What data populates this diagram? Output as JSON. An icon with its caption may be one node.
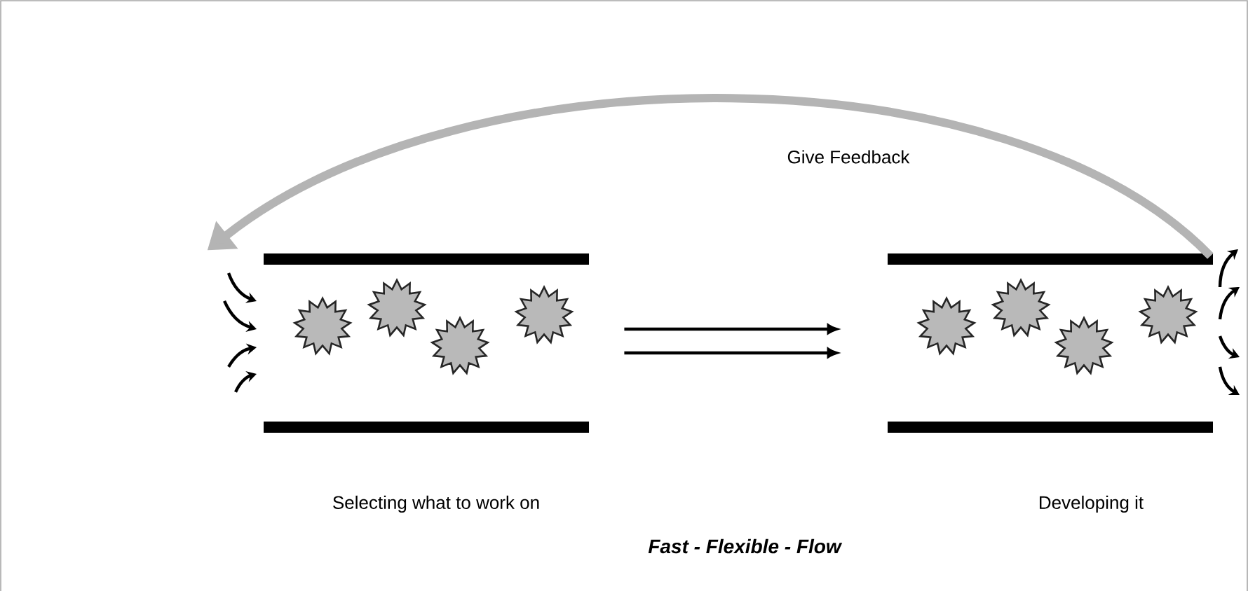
{
  "diagram": {
    "caption": "Fast - Flexible - Flow",
    "nodes": [
      {
        "text": [],
        "shape": "box",
        "beside": [
          "Selecting what to work on"
        ]
      },
      {
        "text": [],
        "shape": "box",
        "beside": [
          "Developing it"
        ]
      }
    ],
    "edges": [
      {
        "from": 0,
        "to": 1,
        "arrow": "to"
      },
      {
        "from": 1,
        "to": 0,
        "arrow": "to",
        "label": "Give Feedback",
        "style": "thick",
        "color": "#b4b4b4"
      }
    ]
  }
}
